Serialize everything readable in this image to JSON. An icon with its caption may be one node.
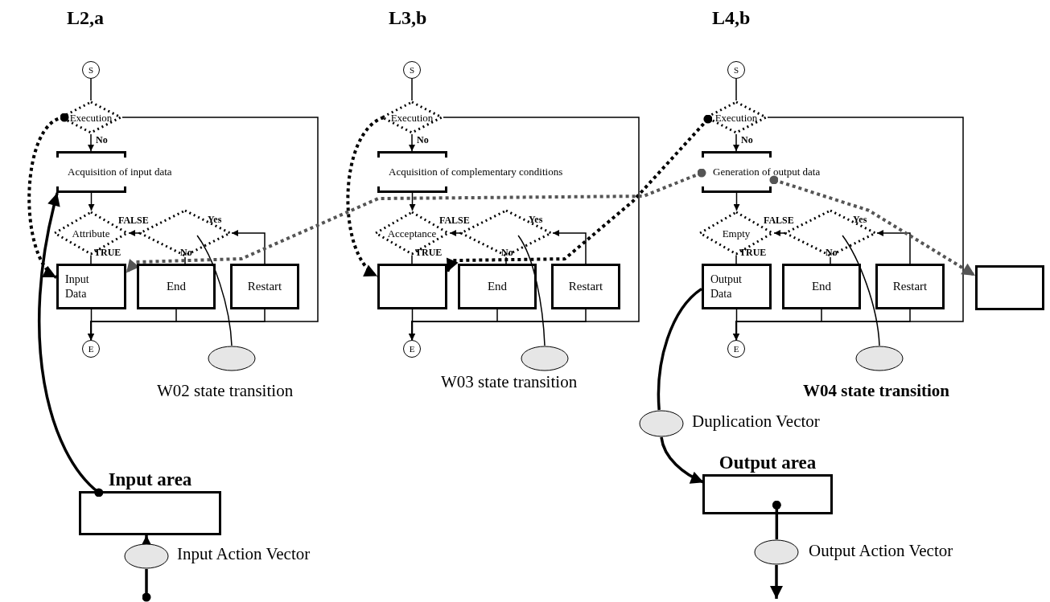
{
  "diagram": {
    "nodes": [
      {
        "text": [
          "S"
        ]
      },
      {
        "text": [
          "Execution"
        ]
      },
      {
        "text": [
          "Acquisition of input data"
        ]
      },
      {
        "text": [
          "Attribute"
        ]
      },
      {
        "text": [],
        "shape": "diamond"
      },
      {
        "text": [
          "Input Data"
        ]
      },
      {
        "text": [
          "End"
        ]
      },
      {
        "text": [
          "Restart"
        ]
      },
      {
        "text": [
          "E"
        ]
      },
      {
        "text": [],
        "shape": "ellipse",
        "beside": [
          "W02 state transition"
        ]
      },
      {
        "text": [
          "S"
        ]
      },
      {
        "text": [
          "Execution"
        ]
      },
      {
        "text": [
          "Acquisition of complementary conditions"
        ]
      },
      {
        "text": [
          "Acceptance"
        ]
      },
      {
        "text": [],
        "shape": "diamond"
      },
      {
        "text": [],
        "shape": "box"
      },
      {
        "text": [
          "End"
        ]
      },
      {
        "text": [
          "Restart"
        ]
      },
      {
        "text": [
          "E"
        ]
      },
      {
        "text": [],
        "shape": "ellipse",
        "beside": [
          "W03 state transition"
        ]
      },
      {
        "text": [
          "S"
        ]
      },
      {
        "text": [
          "Execution"
        ]
      },
      {
        "text": [
          "Generation of output data"
        ]
      },
      {
        "text": [
          "Empty"
        ]
      },
      {
        "text": [],
        "shape": "diamond"
      },
      {
        "text": [
          "Output Data"
        ]
      },
      {
        "text": [
          "End"
        ]
      },
      {
        "text": [
          "Restart"
        ]
      },
      {
        "text": [
          "E"
        ]
      },
      {
        "text": [],
        "shape": "ellipse",
        "beside": [
          "W04 state transition"
        ]
      },
      {
        "text": [],
        "shape": "box"
      },
      {
        "text": [
          "Input area"
        ]
      },
      {
        "text": [],
        "shape": "ellipse",
        "beside": [
          "Input Action Vector"
        ]
      },
      {
        "text": [],
        "shape": "ellipse",
        "beside": [
          "Duplication Vector"
        ]
      },
      {
        "text": [
          "Output area"
        ]
      },
      {
        "text": [],
        "shape": "ellipse",
        "beside": [
          "Output Action Vector"
        ]
      }
    ],
    "edges": [
      {
        "from": 0,
        "to": 1,
        "arrow": "none"
      },
      {
        "from": 1,
        "to": 2,
        "arrow": "to",
        "label": "No"
      },
      {
        "from": 2,
        "to": 3,
        "arrow": "to"
      },
      {
        "from": 4,
        "to": 3,
        "arrow": "to",
        "label": "FALSE"
      },
      {
        "from": 3,
        "to": 5,
        "arrow": "none",
        "label": "TRUE"
      },
      {
        "from": 4,
        "to": 6,
        "arrow": "none",
        "label": "No"
      },
      {
        "from": 7,
        "to": 4,
        "arrow": "to",
        "label": "Yes"
      },
      {
        "from": 1,
        "to": 8,
        "arrow": "to"
      },
      {
        "from": 5,
        "to": 8,
        "arrow": "none"
      },
      {
        "from": 6,
        "to": 8,
        "arrow": "to"
      },
      {
        "from": 7,
        "to": 8,
        "arrow": "to"
      },
      {
        "from": 9,
        "to": 4,
        "arrow": "none"
      },
      {
        "from": 10,
        "to": 11,
        "arrow": "none"
      },
      {
        "from": 11,
        "to": 12,
        "arrow": "to",
        "label": "No"
      },
      {
        "from": 12,
        "to": 13,
        "arrow": "to"
      },
      {
        "from": 14,
        "to": 13,
        "arrow": "to",
        "label": "FALSE"
      },
      {
        "from": 13,
        "to": 15,
        "arrow": "none",
        "label": "TRUE"
      },
      {
        "from": 14,
        "to": 16,
        "arrow": "none",
        "label": "No"
      },
      {
        "from": 17,
        "to": 14,
        "arrow": "to",
        "label": "Yes"
      },
      {
        "from": 11,
        "to": 18,
        "arrow": "to"
      },
      {
        "from": 15,
        "to": 18,
        "arrow": "none"
      },
      {
        "from": 16,
        "to": 18,
        "arrow": "to"
      },
      {
        "from": 17,
        "to": 18,
        "arrow": "to"
      },
      {
        "from": 19,
        "to": 14,
        "arrow": "none"
      },
      {
        "from": 20,
        "to": 21,
        "arrow": "none"
      },
      {
        "from": 21,
        "to": 22,
        "arrow": "to",
        "label": "No"
      },
      {
        "from": 22,
        "to": 23,
        "arrow": "to"
      },
      {
        "from": 24,
        "to": 23,
        "arrow": "to",
        "label": "FALSE"
      },
      {
        "from": 23,
        "to": 25,
        "arrow": "none",
        "label": "TRUE"
      },
      {
        "from": 24,
        "to": 26,
        "arrow": "none",
        "label": "No"
      },
      {
        "from": 27,
        "to": 24,
        "arrow": "to",
        "label": "Yes"
      },
      {
        "from": 21,
        "to": 28,
        "arrow": "to"
      },
      {
        "from": 25,
        "to": 28,
        "arrow": "none"
      },
      {
        "from": 26,
        "to": 28,
        "arrow": "to"
      },
      {
        "from": 27,
        "to": 28,
        "arrow": "to"
      },
      {
        "from": 29,
        "to": 24,
        "arrow": "none"
      },
      {
        "from": 1,
        "to": 5,
        "arrow": "to",
        "style": "dashed"
      },
      {
        "from": 11,
        "to": 15,
        "arrow": "to",
        "style": "dashed"
      },
      {
        "from": 21,
        "to": 15,
        "arrow": "to",
        "style": "dashed"
      },
      {
        "from": 22,
        "to": 5,
        "arrow": "to",
        "style": "dashed",
        "color": "#555555"
      },
      {
        "from": 22,
        "to": 30,
        "arrow": "to",
        "style": "dashed",
        "color": "#555555"
      },
      {
        "from": 31,
        "to": 2,
        "arrow": "to",
        "style": "thick"
      },
      {
        "from": null,
        "to": 32,
        "arrow": "other",
        "style": "thick"
      },
      {
        "from": 32,
        "to": 31,
        "arrow": "to",
        "style": "thick"
      },
      {
        "from": 25,
        "to": 33,
        "arrow": "none",
        "style": "thick"
      },
      {
        "from": 33,
        "to": 34,
        "arrow": "to",
        "style": "thick"
      },
      {
        "from": 34,
        "to": 35,
        "arrow": "other",
        "style": "thick"
      },
      {
        "from": 35,
        "to": null,
        "arrow": "to",
        "style": "thick"
      }
    ],
    "labels": [
      "L2,a",
      "L3,b",
      "L4,b"
    ]
  }
}
